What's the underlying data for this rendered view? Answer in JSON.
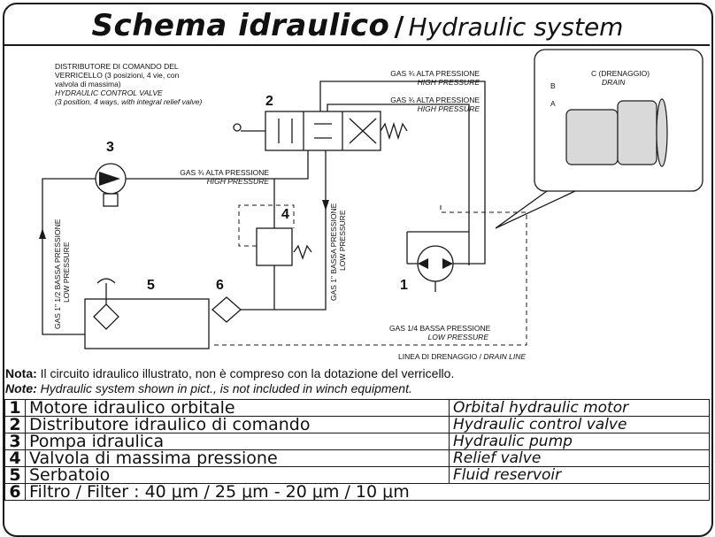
{
  "title": {
    "italian": "Schema idraulico",
    "separator": "/",
    "english": "Hydraulic system"
  },
  "diagram": {
    "valve_caption": {
      "it_line1": "DISTRIBUTORE DI COMANDO DEL",
      "it_line2": "VERRICELLO (3 posizioni, 4 vie, con",
      "it_line3": "valvola di massima)",
      "en_line1": "HYDRAULIC CONTROL VALVE",
      "en_line2": "(3 position, 4 ways, with integral relief valve)"
    },
    "line_a": {
      "it": "GAS ¾ ALTA PRESSIONE",
      "en": "HIGH PRESSURE"
    },
    "line_b": {
      "it": "GAS ¾ ALTA PRESSIONE",
      "en": "HIGH PRESSURE"
    },
    "line_pump": {
      "it": "GAS ¾ ALTA PRESSIONE",
      "en": "HIGH PRESSURE"
    },
    "line_suction": {
      "it": "GAS 1\" 1/2 BASSA PRESSIONE",
      "en": "LOW PRESSURE"
    },
    "line_return": {
      "it": "GAS 1\" BASSA PRESSIONE",
      "en": "LOW PRESSURE"
    },
    "line_drain_low": {
      "it": "GAS 1/4 BASSA PRESSIONE",
      "en": "LOW PRESSURE"
    },
    "drain_line": {
      "it": "LINEA DI DRENAGGIO /",
      "en": "DRAIN LINE"
    },
    "motor_ports": {
      "c": "C (DRENAGGIO)",
      "c_en": "DRAIN",
      "b": "B",
      "a": "A"
    },
    "numbers": {
      "n1": "1",
      "n2": "2",
      "n3": "3",
      "n4": "4",
      "n5": "5",
      "n6": "6"
    }
  },
  "note": {
    "it_label": "Nota:",
    "it_text": " Il circuito idraulico illustrato, non è compreso con la dotazione del verricello.",
    "en_label": "Note:",
    "en_text": " Hydraulic system shown in pict., is not included in winch equipment."
  },
  "legend": [
    {
      "n": "1",
      "it": "Motore idraulico orbitale",
      "en": "Orbital hydraulic motor"
    },
    {
      "n": "2",
      "it": "Distributore idraulico di comando",
      "en": "Hydraulic control valve"
    },
    {
      "n": "3",
      "it": "Pompa idraulica",
      "en": "Hydraulic pump"
    },
    {
      "n": "4",
      "it": "Valvola di massima pressione",
      "en": "Relief valve"
    },
    {
      "n": "5",
      "it": "Serbatoio",
      "en": "Fluid reservoir"
    },
    {
      "n": "6",
      "it": "Filtro / Filter : 40 μm / 25 μm - 20 μm / 10 μm",
      "en": ""
    }
  ]
}
